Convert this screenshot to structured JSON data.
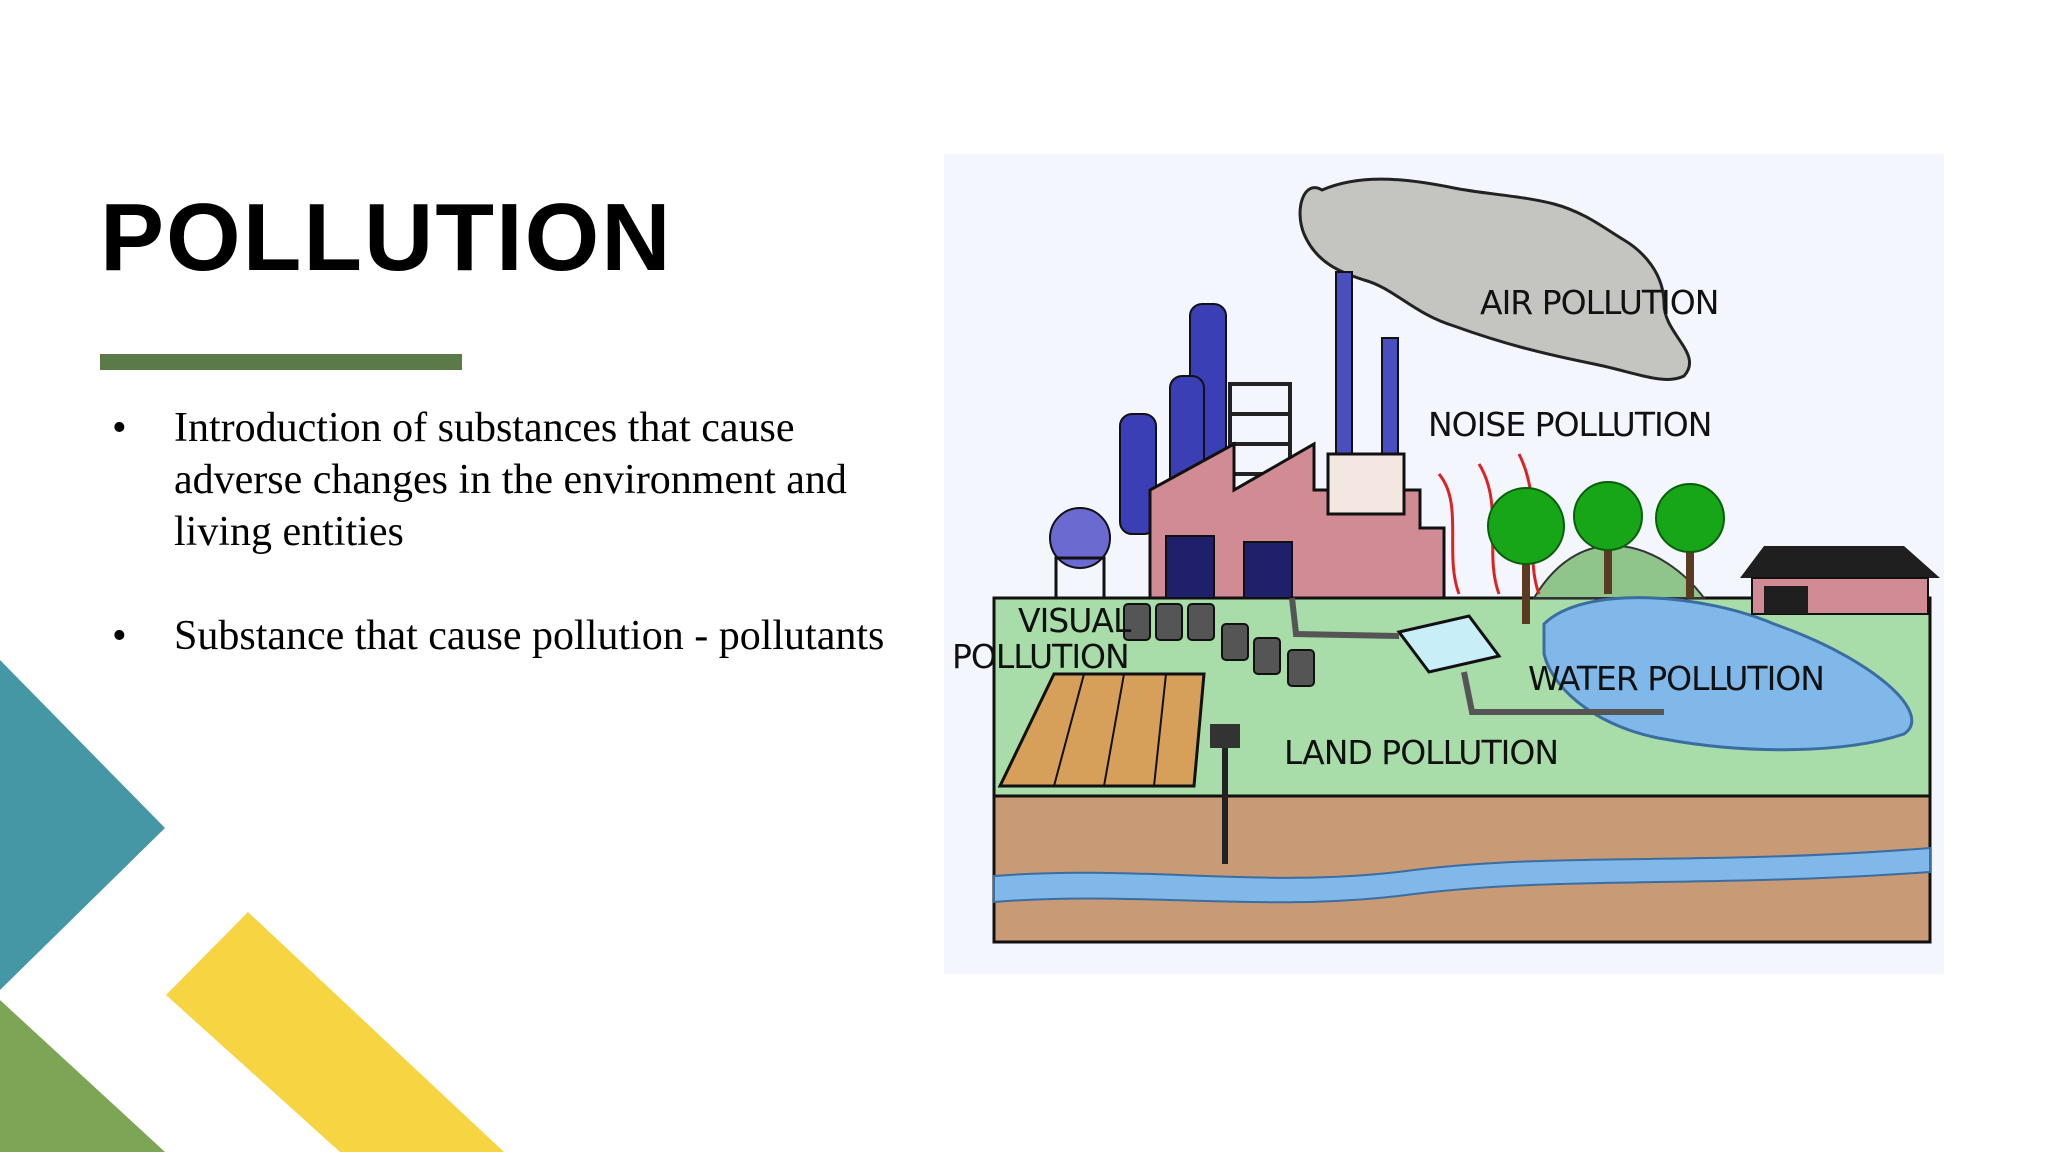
{
  "slide": {
    "title": "POLLUTION",
    "bullets": [
      "Introduction of substances that cause adverse changes in the environment and living entities",
      "Substance that cause pollution - pollutants"
    ],
    "bullet_glyph": "•"
  },
  "figure": {
    "labels": {
      "air": "AIR POLLUTION",
      "noise": "NOISE POLLUTION",
      "visual_1": "VISUAL",
      "visual_2": "POLLUTION",
      "water": "WATER POLLUTION",
      "land": "LAND POLLUTION"
    }
  },
  "colors": {
    "accent_green": "#5a7b47",
    "teal": "#4597a6",
    "yellow": "#f7d442",
    "olive": "#7ca556",
    "ground": "#a8dca8",
    "soil": "#c99a76",
    "water": "#80b8ea",
    "smoke": "#c4c4c0",
    "factory": "#d18b95"
  }
}
